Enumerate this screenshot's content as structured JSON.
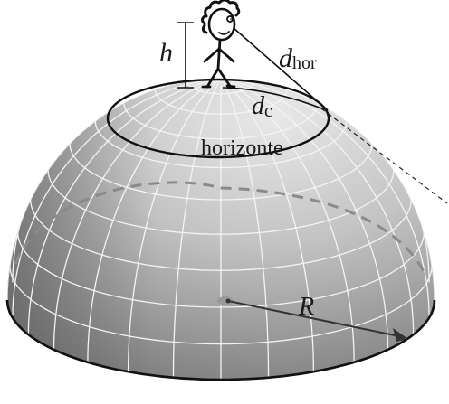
{
  "labels": {
    "observer_height": "h",
    "horizon_distance_symbol": "d",
    "horizon_distance_subscript": "hor",
    "ground_distance_symbol": "d",
    "ground_distance_subscript": "c",
    "horizon_word": "horizonte",
    "radius": "R"
  },
  "colors": {
    "sphere_light": "#e8e8e8",
    "sphere_mid": "#a9a9a9",
    "sphere_dark": "#6e6e6e",
    "grid_lines": "#f6f6f6",
    "ink": "#1a1a1a",
    "equator_dash": "#8a8a8a"
  }
}
